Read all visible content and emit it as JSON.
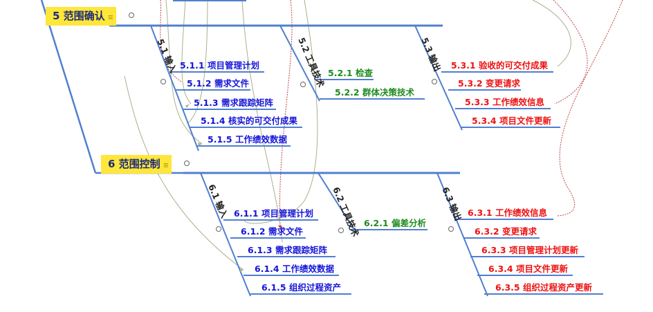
{
  "sections": [
    {
      "id": "s5",
      "title": "5 范围确认",
      "categories": [
        {
          "label": "5.1 输入",
          "color": "blue",
          "items": [
            "5.1.1 项目管理计划",
            "5.1.2 需求文件",
            "5.1.3 需求跟踪矩阵",
            "5.1.4 核实的可交付成果",
            "5.1.5 工作绩效数据"
          ]
        },
        {
          "label": "5.2 工具技术",
          "color": "green",
          "items": [
            "5.2.1 检查",
            "5.2.2 群体决策技术"
          ]
        },
        {
          "label": "5.3 输出",
          "color": "red",
          "items": [
            "5.3.1 验收的可交付成果",
            "5.3.2 变更请求",
            "5.3.3 工作绩效信息",
            "5.3.4 项目文件更新"
          ]
        }
      ]
    },
    {
      "id": "s6",
      "title": "6 范围控制",
      "categories": [
        {
          "label": "6.1 输入",
          "color": "blue",
          "items": [
            "6.1.1 项目管理计划",
            "6.1.2 需求文件",
            "6.1.3 需求跟踪矩阵",
            "6.1.4 工作绩效数据",
            "6.1.5 组织过程资产"
          ]
        },
        {
          "label": "6.2 工具技术",
          "color": "green",
          "items": [
            "6.2.1 偏差分析"
          ]
        },
        {
          "label": "6.3 输出",
          "color": "red",
          "items": [
            "6.3.1 工作绩效信息",
            "6.3.2 变更请求",
            "6.3.3 项目管理计划更新",
            "6.3.4 项目文件更新",
            "6.3.5 组织过程资产更新"
          ]
        }
      ]
    }
  ],
  "colors": {
    "spine": "#4f7fd0",
    "blue_text": "#1616d8",
    "green_text": "#1e8a1e",
    "red_text": "#ee1111",
    "topic_bg": "#ffe63a",
    "topic_text": "#1a2a7a",
    "connector_olive": "#a8b08a",
    "connector_red": "#c04040"
  }
}
